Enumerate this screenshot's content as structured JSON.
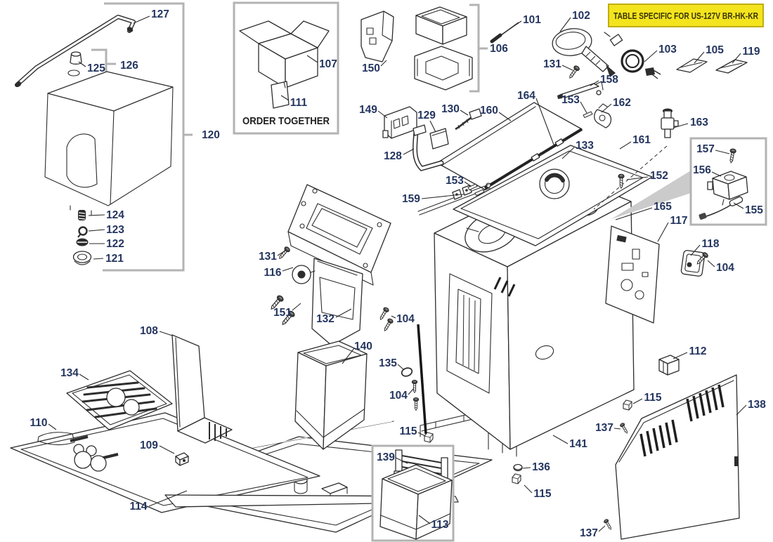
{
  "banner": {
    "text": "TABLE SPECIFIC FOR US-127V BR-HK-KR",
    "bg_color": "#F4E41D",
    "border_color": "#BFAE12",
    "text_color": "#3A3504"
  },
  "order_together": {
    "caption": "ORDER TOGETHER",
    "parts": [
      "107",
      "111"
    ]
  },
  "insets": {
    "right_box_parts": [
      "157",
      "156",
      "155"
    ],
    "bottom_box_parts": [
      "139",
      "113"
    ]
  },
  "bracket_groups": [
    "120",
    "126",
    "106"
  ],
  "colors": {
    "label_text": "#24355f",
    "line_art": "#2d2d2d",
    "bracket_gray": "#b3b3b3",
    "wedge_gray": "#cbcbcb"
  },
  "parts": {
    "101": "101",
    "102": "102",
    "103": "103",
    "104": "104",
    "105": "105",
    "106": "106",
    "107": "107",
    "108": "108",
    "109": "109",
    "110": "110",
    "111": "111",
    "112": "112",
    "113": "113",
    "114": "114",
    "115": "115",
    "116": "116",
    "117": "117",
    "118": "118",
    "119": "119",
    "120": "120",
    "121": "121",
    "122": "122",
    "123": "123",
    "124": "124",
    "125": "125",
    "126": "126",
    "127": "127",
    "128": "128",
    "129": "129",
    "130": "130",
    "131": "131",
    "132": "132",
    "133": "133",
    "134": "134",
    "135": "135",
    "136": "136",
    "137": "137",
    "138": "138",
    "139": "139",
    "140": "140",
    "141": "141",
    "149": "149",
    "150": "150",
    "151": "151",
    "152": "152",
    "153": "153",
    "155": "155",
    "156": "156",
    "157": "157",
    "158": "158",
    "159": "159",
    "160": "160",
    "161": "161",
    "162": "162",
    "163": "163",
    "164": "164",
    "165": "165"
  }
}
